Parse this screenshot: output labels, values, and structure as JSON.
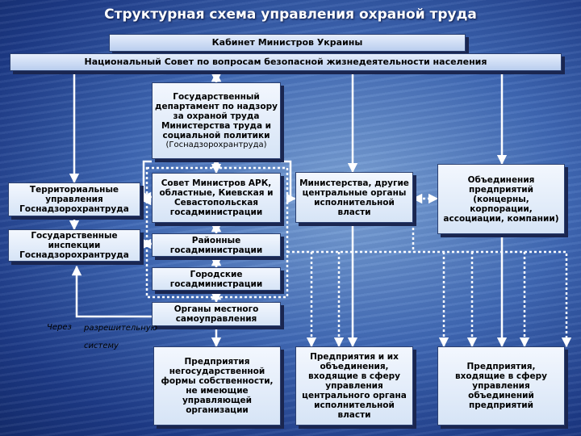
{
  "title": "Структурная схема управления охраной труда",
  "boxes": {
    "cabinet": "Кабинет Министров Украины",
    "council": "Национальный Совет по вопросам безопасной жизнедеятельности населения",
    "department": "Государственный департамент по надзору за охраной труда Министерства труда и социальной политики",
    "department_abbr": "(Госнадзорохрантруда)",
    "territorial": "Территориальные управления Госнадзорохрантруда",
    "inspections": "Государственные инспекции Госнадзорохрантруда",
    "councils": "Совет Министров АРК, областные, Киевская и Севастопольская госадминистрации",
    "district": "Районные госадминистрации",
    "city": "Городские госадминистрации",
    "local": "Органы местного самоуправления",
    "ministries": "Министерства, другие центральные органы исполнительной власти",
    "associations": "Объединения предприятий (концерны, корпорации, ассоциации, компании)",
    "ent_nonstate": "Предприятия негосударственной формы собственности, не имеющие управляющей организации",
    "ent_central": "Предприятия и их объединения, входящие в сферу управления центрального органа исполнительной власти",
    "ent_assoc": "Предприятия, входящие в сферу управления объединений предприятий"
  },
  "labels": {
    "through": "Через",
    "permit": "разрешительную",
    "system": "систему"
  },
  "colors": {
    "solid_line": "#ffffff",
    "dotted_line": "#ffffff"
  }
}
